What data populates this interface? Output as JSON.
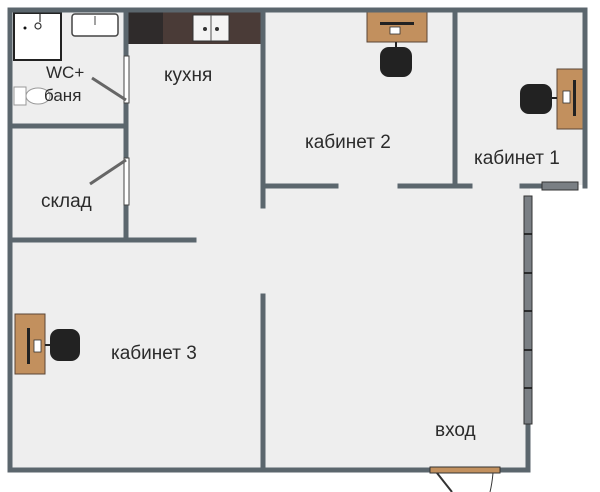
{
  "floor_plan": {
    "colors": {
      "wall": "#5b666d",
      "floor": "#eeeeee",
      "desk": "#c2905e",
      "chair": "#222222",
      "counter": "#4a3b37",
      "window": "#7a7f84"
    },
    "rooms": [
      {
        "id": "wc",
        "label": "WC+\nбаня",
        "line1": "WC+",
        "line2": "баня"
      },
      {
        "id": "kitchen",
        "label": "кухня"
      },
      {
        "id": "office2",
        "label": "кабинет 2"
      },
      {
        "id": "office1",
        "label": "кабинет 1"
      },
      {
        "id": "storage",
        "label": "склад"
      },
      {
        "id": "office3",
        "label": "кабинет 3"
      },
      {
        "id": "entrance",
        "label": "вход"
      }
    ]
  }
}
